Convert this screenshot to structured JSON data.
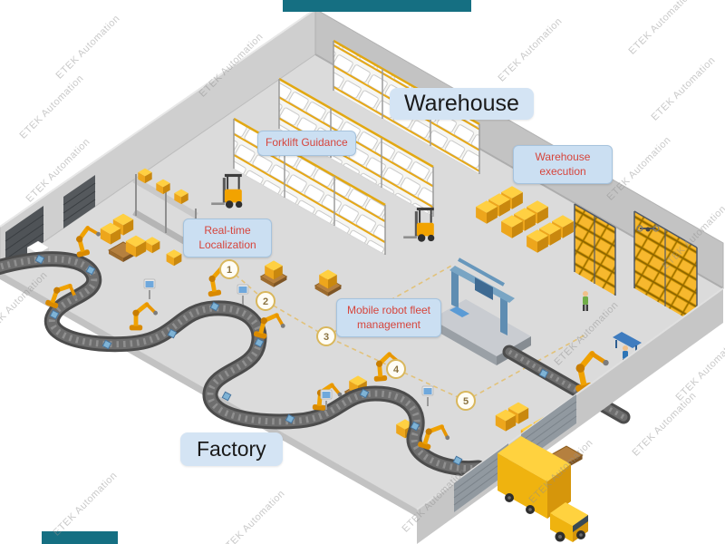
{
  "slide": {
    "watermark_text": "ETEK Automation",
    "top_bar_color": "#156f82"
  },
  "area_labels": {
    "warehouse": "Warehouse",
    "factory": "Factory"
  },
  "callouts": {
    "forklift_guidance": "Forklift Guidance",
    "warehouse_execution": "Warehouse execution",
    "realtime_localization": "Real-time Localization",
    "mobile_robot_fleet": "Mobile robot fleet management"
  },
  "route": {
    "waypoints": [
      "1",
      "2",
      "3",
      "4",
      "5"
    ]
  },
  "scene": {
    "description": "Isometric smart factory and warehouse illustration",
    "colors": {
      "floor": "#dbdbdb",
      "walls": "#cfcfcf",
      "boxes_yellow": "#f7b82e",
      "conveyor": "#4c4c4c",
      "callout_bg": "#cbdff2",
      "callout_text": "#d6453c",
      "label_bg": "#d4e4f4",
      "route_dash": "#e2c27a",
      "accent_teal": "#156f82"
    }
  }
}
